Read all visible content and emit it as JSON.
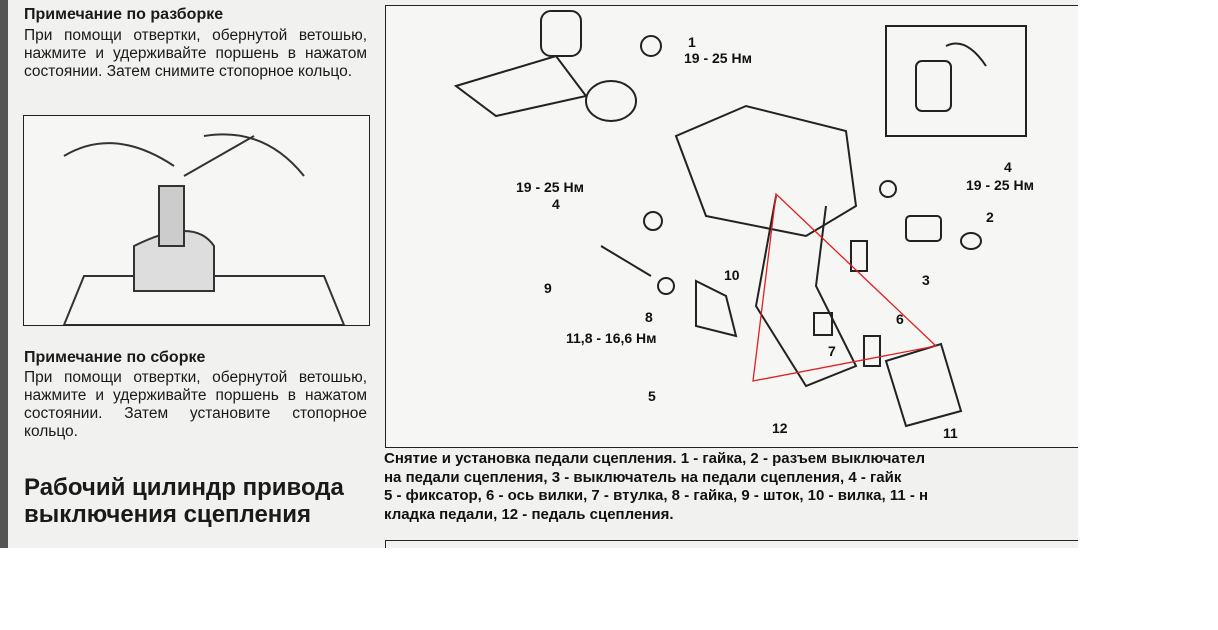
{
  "left": {
    "note1_title": "Примечание по разборке",
    "note1_text": "При помощи отвертки, обернутой ветошью, нажмите и удерживайте поршень в нажатом состоянии. Затем снимите стопорное кольцо.",
    "note2_title": "Примечание по сборке",
    "note2_text": "При помощи отвертки, обернутой ветошью, нажмите и удерживайте поршень в нажатом состоянии. Затем установите стопорное кольцо.",
    "section_title": "Рабочий цилиндр привода выключения сцепления"
  },
  "figure": {
    "labels": {
      "l1": "1",
      "t1": "19 - 25 Нм",
      "t2": "19 - 25 Нм",
      "l4a": "4",
      "l4b": "4",
      "t3": "19 - 25 Нм",
      "l2": "2",
      "l3": "3",
      "l9": "9",
      "l10": "10",
      "l8": "8",
      "t4": "11,8 - 16,6 Нм",
      "l6": "6",
      "l7": "7",
      "l5": "5",
      "l12": "12",
      "l11": "11"
    },
    "caption": [
      "Снятие и установка педали сцепления. 1 - гайка, 2 - разъем выключател",
      "на педали сцепления, 3 - выключатель на педали сцепления, 4 - гайк",
      "5 - фиксатор, 6 - ось вилки, 7 - втулка, 8 - гайка, 9 - шток, 10 - вилка, 11 - н",
      "кладка педали, 12 - педаль сцепления."
    ]
  }
}
